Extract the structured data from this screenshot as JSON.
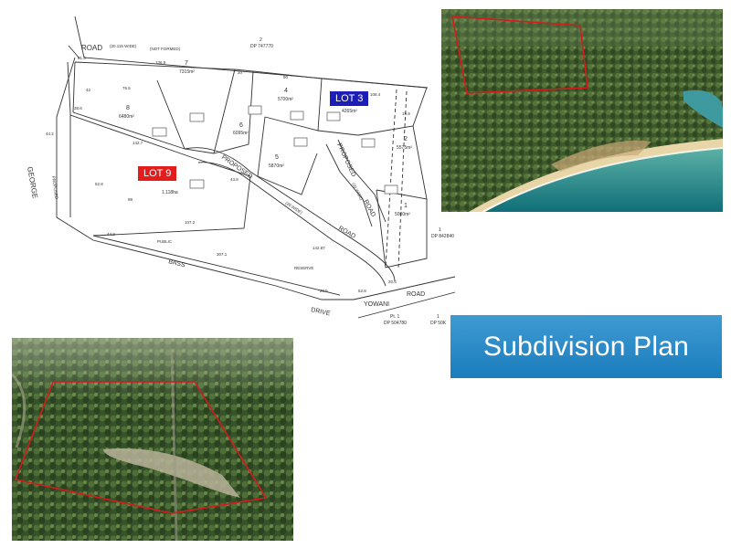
{
  "title": "Subdivision Plan",
  "badges": {
    "lot9": "LOT 9",
    "lot3": "LOT 3"
  },
  "plan": {
    "roads": {
      "road_top": "ROAD",
      "road_top_width": "(20.115 WIDE)",
      "road_top_note": "(NOT FORMED)",
      "george": "GEORGE",
      "bass": "BASS",
      "drive": "DRIVE",
      "yowani": "YOWANI",
      "road_right": "ROAD",
      "proposed_left": "PROPOSED",
      "proposed_road": "ROAD",
      "proposed_wide": "(20 WIDE)",
      "proposed_right": "PROPOSED",
      "proposed_right_road": "ROAD",
      "proposed_right_wide": "(20 WIDE)",
      "public": "PUBLIC",
      "reserve": "RESERVE",
      "proposed_side": "PROPOSED"
    },
    "dps": {
      "dp_top": "2",
      "dp_top_label": "DP 747770",
      "dp_right": "1",
      "dp_right_label": "DP 842840",
      "pt1": "Pt. 1",
      "dp_bottom1": "DP 504780",
      "dp_bottom2_num": "1",
      "dp_bottom2": "DP 50K"
    },
    "lots": [
      {
        "num": "7",
        "area": "7315m²"
      },
      {
        "num": "8",
        "area": "6480m²"
      },
      {
        "num": "6",
        "area": "6095m²"
      },
      {
        "num": "4",
        "area": "5700m²"
      },
      {
        "num": "3",
        "area": "4265m²"
      },
      {
        "num": "5",
        "area": "5870m²"
      },
      {
        "num": "2",
        "area": "5575m²"
      },
      {
        "num": "1",
        "area": "5000m²"
      },
      {
        "num": "",
        "area": "1.118ha"
      }
    ],
    "dims": {
      "d1": "81.5",
      "d2": "136.9",
      "d3": "20",
      "d4": "90",
      "d5": "76.5",
      "d6": "42",
      "d7": "38.6",
      "d8": "142.7",
      "d9": "52.8",
      "d10": "98",
      "d11": "107.2",
      "d12": "44.2",
      "d13": "307.1",
      "d14": "29.5",
      "d15": "52.8",
      "d16": "142.87",
      "d17": "108.4",
      "d18": "19.9",
      "d19": "20.5",
      "d20": "44.2",
      "d21": "43.8"
    }
  },
  "colors": {
    "badge_red": "#e31c1c",
    "badge_blue": "#1d1db8",
    "title_bg": "#2a8bca",
    "boundary_red": "#d41c1c"
  }
}
